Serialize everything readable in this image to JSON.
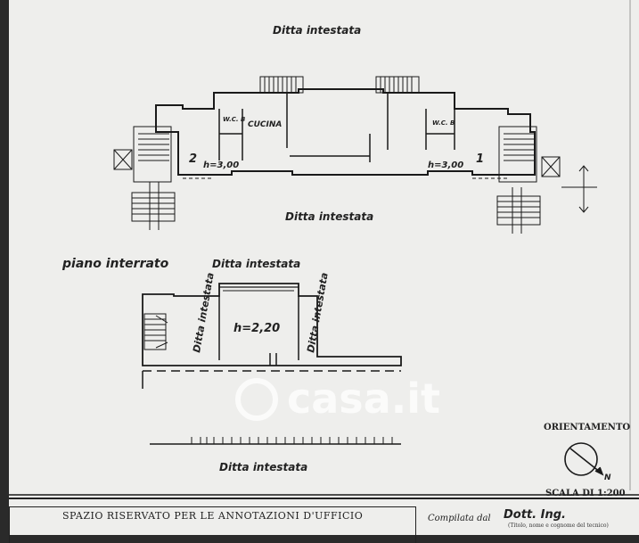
{
  "labels": {
    "top_owner": "Ditta intestata",
    "middle_owner": "Ditta intestata",
    "basement_owner_top": "Ditta intestata",
    "basement_owner_left": "Ditta intestata",
    "basement_owner_right": "Ditta intestata",
    "bottom_owner": "Ditta intestata",
    "basement_title": "piano interrato",
    "kitchen": "CUCINA",
    "wc_left": "W.C. B",
    "wc_right": "W.C. B",
    "height_ground_left": "h=3,00",
    "height_ground_right": "h=3,00",
    "height_basement": "h=2,20",
    "stair_num_left": "2",
    "stair_num_right": "1"
  },
  "compass": {
    "title": "ORIENTAMENTO",
    "north": "N",
    "scale": "SCALA DI 1:200"
  },
  "footer": {
    "reserved": "SPAZIO RISERVATO PER LE ANNOTAZIONI D'UFFICIO",
    "compiled_by": "Compilata dal",
    "signer": "Dott. Ing.",
    "signer_note": "(Titolo, nome e cognome del tecnico)"
  },
  "watermark": "casa.it"
}
